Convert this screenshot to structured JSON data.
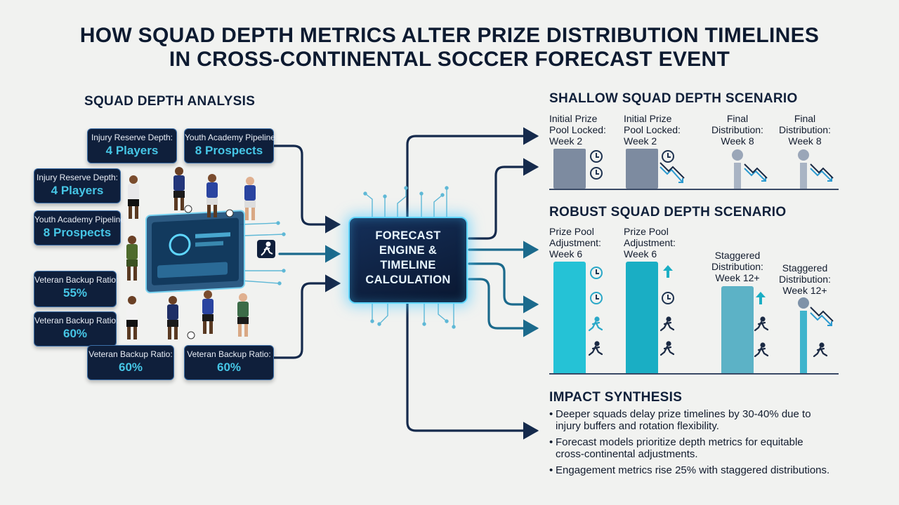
{
  "title": {
    "line1": "HOW SQUAD DEPTH METRICS ALTER PRIZE DISTRIBUTION TIMELINES",
    "line2": "IN CROSS-CONTINENTAL SOCCER FORECAST EVENT"
  },
  "analysis": {
    "heading": "SQUAD DEPTH ANALYSIS",
    "metrics": [
      {
        "label": "Injury Reserve Depth:",
        "value": "4 Players"
      },
      {
        "label": "Youth Academy Pipeline:",
        "value": "8 Prospects"
      },
      {
        "label": "Injury Reserve Depth:",
        "value": "4 Players"
      },
      {
        "label": "Youth Academy Pipeline:",
        "value": "8 Prospects"
      },
      {
        "label": "Veteran Backup Ratio:",
        "value": "55%"
      },
      {
        "label": "Veteran Backup Ratio:",
        "value": "60%"
      },
      {
        "label": "Veteran Backup Ratio:",
        "value": "60%"
      },
      {
        "label": "Veteran Backup Ratio:",
        "value": "60%"
      }
    ]
  },
  "engine": {
    "line1": "FORECAST",
    "line2": "ENGINE &",
    "line3": "TIMELINE",
    "line4": "CALCULATION"
  },
  "shallow": {
    "heading": "SHALLOW SQUAD DEPTH SCENARIO",
    "columns": [
      {
        "line1": "Initial Prize",
        "line2": "Pool Locked:",
        "line3": "Week 2"
      },
      {
        "line1": "Initial Prize",
        "line2": "Pool Locked:",
        "line3": "Week 2"
      },
      {
        "line1": "Final",
        "line2": "Distribution:",
        "line3": "Week 8"
      },
      {
        "line1": "Final",
        "line2": "Distribution:",
        "line3": "Week 8"
      }
    ]
  },
  "robust": {
    "heading": "ROBUST SQUAD DEPTH SCENARIO",
    "columns": [
      {
        "line1": "Prize Pool",
        "line2": "Adjustment:",
        "line3": "Week 6"
      },
      {
        "line1": "Prize Pool",
        "line2": "Adjustment:",
        "line3": "Week 6"
      },
      {
        "line1": "Staggered",
        "line2": "Distribution:",
        "line3": "Week 12+"
      },
      {
        "line1": "Staggered",
        "line2": "Distribution:",
        "line3": "Week 12+"
      }
    ]
  },
  "impact": {
    "heading": "IMPACT SYNTHESIS",
    "items": [
      {
        "line1": "Deeper squads delay prize timelines by 30-40% due to",
        "line2": "injury buffers and rotation flexibility."
      },
      {
        "line1": "Forecast models prioritize depth metrics for equitable",
        "line2": "cross-continental adjustments."
      },
      {
        "line1": "Engagement metrics rise 25% with staggered distributions.",
        "line2": ""
      }
    ]
  },
  "colors": {
    "navy": "#0f1f3b",
    "cyan": "#46c6e6",
    "shallow_bar": "#7d8ba0",
    "robust_bar": "#25c2d6"
  }
}
